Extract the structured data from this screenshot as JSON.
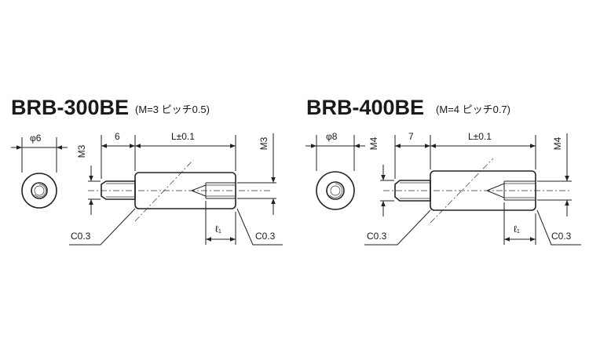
{
  "left": {
    "title": "BRB-300BE",
    "spec": "(M=3 ピッチ0.5)",
    "dia": "φ6",
    "m_label": "M3",
    "m_label_right": "M3",
    "shaft_len": "6",
    "body_len": "L±0.1",
    "chamfer_left": "C0.3",
    "chamfer_right": "C0.3",
    "depth": "ℓ₁"
  },
  "right": {
    "title": "BRB-400BE",
    "spec": "(M=4 ピッチ0.7)",
    "dia": "φ8",
    "m_label": "M4",
    "m_label_right": "M4",
    "shaft_len": "7",
    "body_len": "L±0.1",
    "chamfer_left": "C0.3",
    "chamfer_right": "C0.3",
    "depth": "ℓ₁"
  }
}
